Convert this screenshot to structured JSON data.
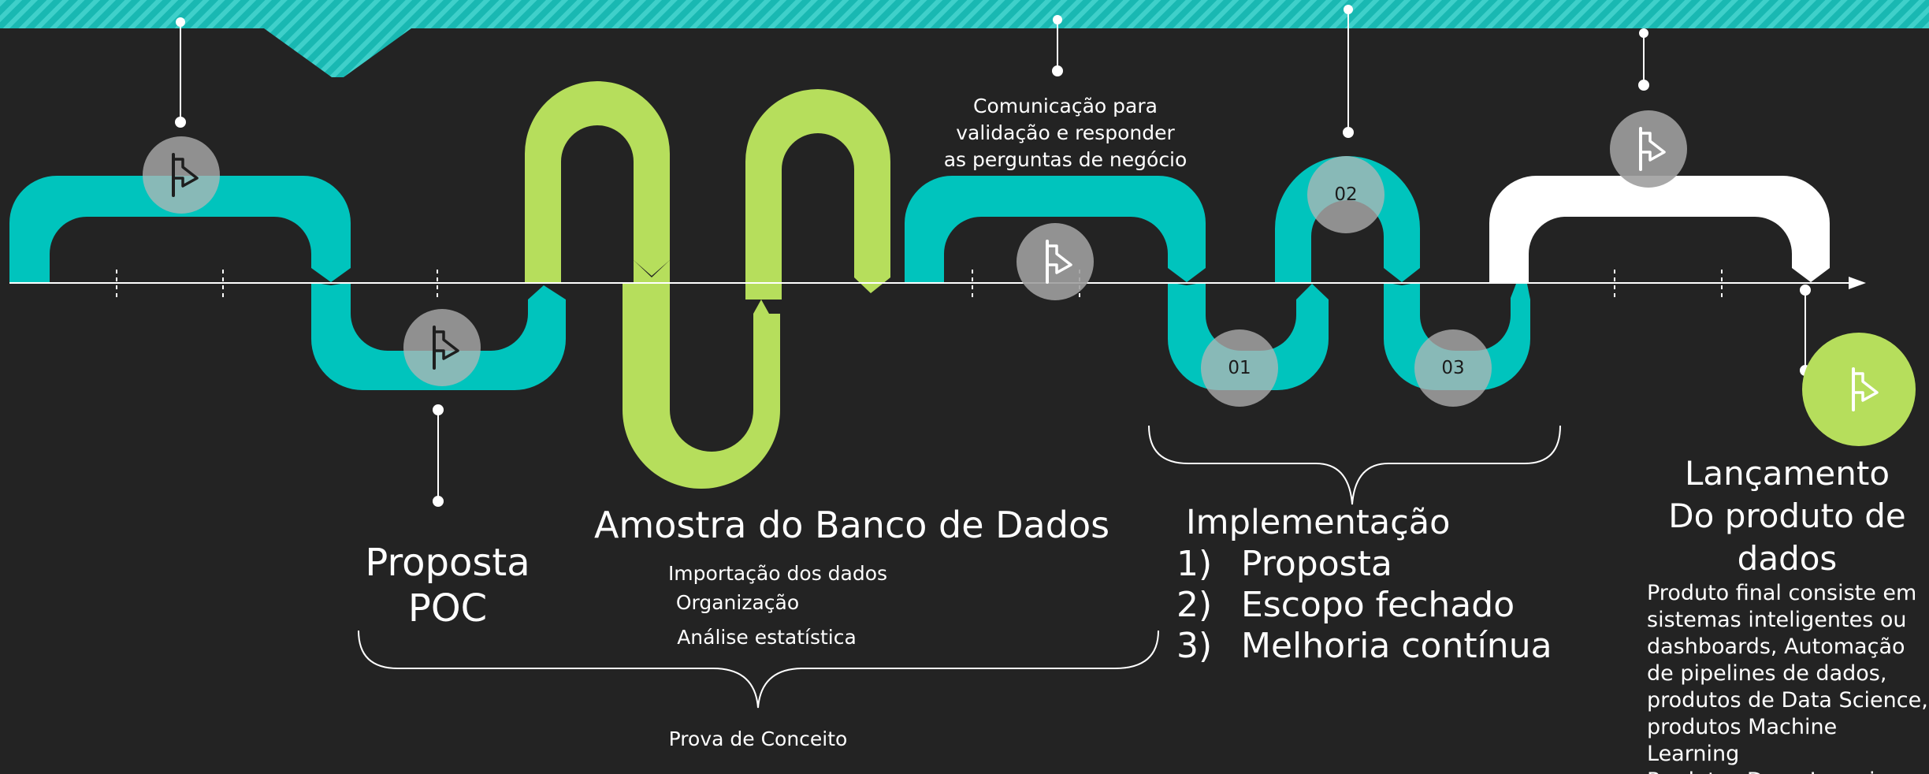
{
  "poc": {
    "title_line1": "Proposta",
    "title_line2": "POC"
  },
  "database_sample": {
    "title": "Amostra do Banco de Dados",
    "items": [
      "Importação dos dados",
      "Organização",
      "Análise estatística"
    ]
  },
  "proof_of_concept": {
    "label": "Prova de Conceito"
  },
  "communication": {
    "line1": "Comunicação para",
    "line2": "validação e responder",
    "line3": "as perguntas de negócio"
  },
  "implementation": {
    "title": "Implementação",
    "steps": [
      {
        "num": "1)",
        "label": "Proposta"
      },
      {
        "num": "2)",
        "label": "Escopo fechado"
      },
      {
        "num": "3)",
        "label": "Melhoria contínua"
      }
    ],
    "markers": [
      "01",
      "02",
      "03"
    ]
  },
  "launch": {
    "title_line1": "Lançamento",
    "title_line2": "Do produto de",
    "title_line3": "dados",
    "description": [
      "Produto final consiste em",
      "sistemas inteligentes ou",
      "dashboards, Automação",
      "de pipelines de dados,",
      "produtos de Data Science,",
      "produtos Machine Learning",
      "Produtos Deep Learning"
    ]
  },
  "colors": {
    "background": "#232323",
    "teal": "#00c4bd",
    "lime": "#b6de5c",
    "white": "#ffffff",
    "marker_gray": "#9e9e9e"
  },
  "icons": [
    "flag-icon"
  ]
}
